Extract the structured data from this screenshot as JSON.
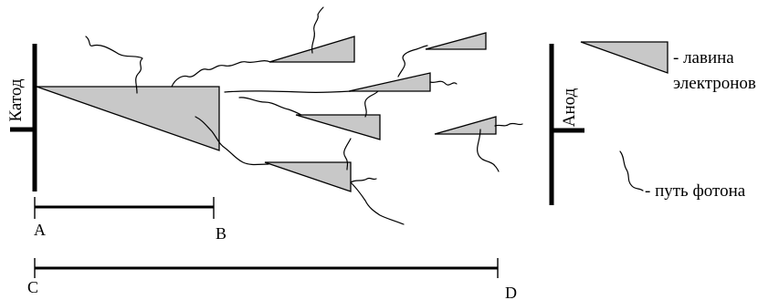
{
  "labels": {
    "cathode": "Катод",
    "anode": "Анод",
    "point_a": "A",
    "point_b": "B",
    "point_c": "C",
    "point_d": "D"
  },
  "legend": {
    "avalanche_line1": "- лавина",
    "avalanche_line2": "электронов",
    "photon_path": "- путь фотона"
  },
  "colors": {
    "avalanche_fill": "#c8c8c8",
    "stroke": "#000000"
  }
}
